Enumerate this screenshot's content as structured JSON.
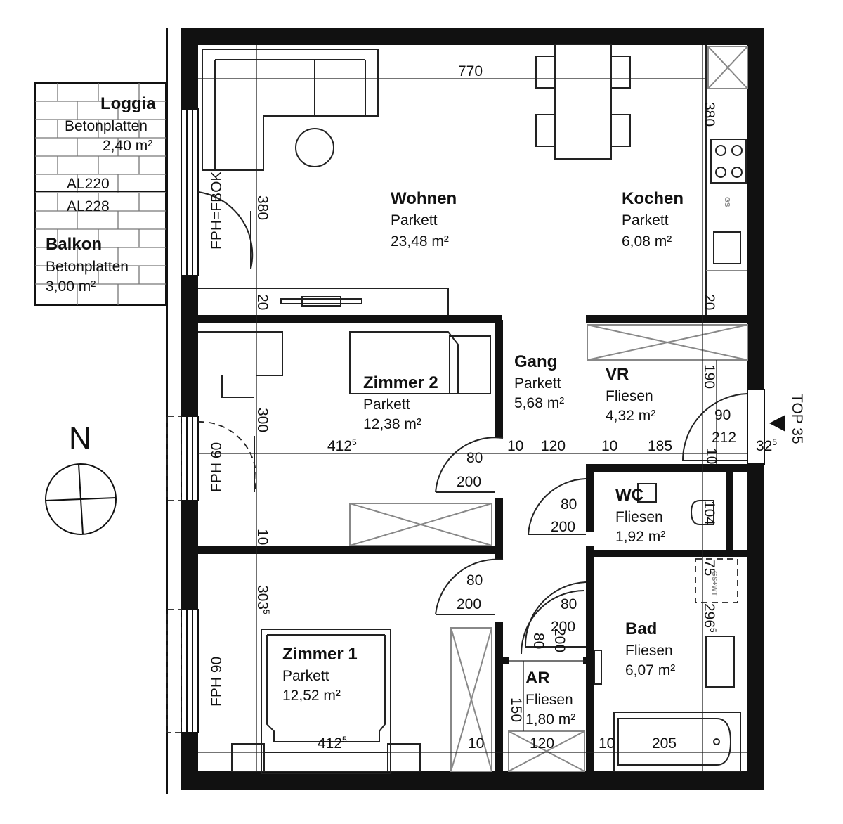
{
  "rooms": {
    "loggia": {
      "name": "Loggia",
      "floor": "Betonplatten",
      "area": "2,40 m²"
    },
    "balkon": {
      "name": "Balkon",
      "floor": "Betonplatten",
      "area": "3,00 m²"
    },
    "wohnen": {
      "name": "Wohnen",
      "floor": "Parkett",
      "area": "23,48 m²"
    },
    "kochen": {
      "name": "Kochen",
      "floor": "Parkett",
      "area": "6,08 m²"
    },
    "gang": {
      "name": "Gang",
      "floor": "Parkett",
      "area": "5,68 m²"
    },
    "vr": {
      "name": "VR",
      "floor": "Fliesen",
      "area": "4,32 m²"
    },
    "zimmer2": {
      "name": "Zimmer 2",
      "floor": "Parkett",
      "area": "12,38 m²"
    },
    "wc": {
      "name": "WC",
      "floor": "Fliesen",
      "area": "1,92 m²"
    },
    "bad": {
      "name": "Bad",
      "floor": "Fliesen",
      "area": "6,07 m²"
    },
    "ar": {
      "name": "AR",
      "floor": "Fliesen",
      "area": "1,80 m²"
    },
    "zimmer1": {
      "name": "Zimmer 1",
      "floor": "Parkett",
      "area": "12,52 m²"
    }
  },
  "labels": {
    "al220": "AL220",
    "al228": "AL228",
    "fph_fbok": "FPH=FBOK",
    "fph60": "FPH 60",
    "fph90": "FPH 90",
    "north": "N",
    "top": "TOP 35",
    "gs": "GS",
    "gs_wt": "GS+WT"
  },
  "dims": {
    "d770": "770",
    "d380_wohnen": "380",
    "d380_kochen": "380",
    "d20_wohnen": "20",
    "d20_kochen": "20",
    "d300": "300",
    "d10_z2": "10",
    "d303": "303",
    "d303_sup": "5",
    "d412_z2": "412",
    "d412_z2_sup": "5",
    "d412_z1": "412",
    "d412_z1_sup": "5",
    "d10_gang": "10",
    "d120_gang": "120",
    "d10_gang2": "10",
    "d185": "185",
    "d190": "190",
    "d90": "90",
    "d212": "212",
    "d10_entry": "10",
    "d32": "32",
    "d32_sup": "5",
    "door_z2_w": "80",
    "door_z2_h": "200",
    "door_wc_w": "80",
    "door_wc_h": "200",
    "door_z1_w": "80",
    "door_z1_h": "200",
    "door_bad_w": "80",
    "door_bad_h": "200",
    "door_ar_w": "80",
    "door_ar_h": "200",
    "d104": "104",
    "d75": "75",
    "d296": "296",
    "d296_sup": "5",
    "d150": "150",
    "d10_ar": "10",
    "d120_ar": "120",
    "d10_bad": "10",
    "d205": "205"
  }
}
